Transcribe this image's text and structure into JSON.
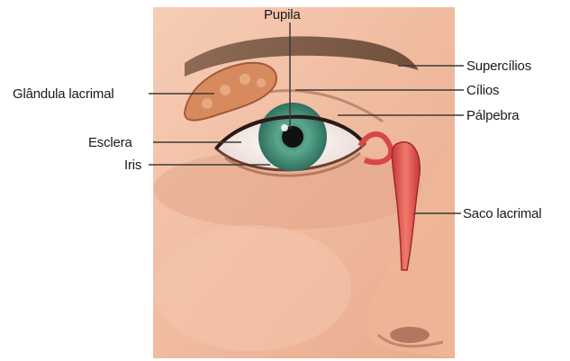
{
  "labels": {
    "pupila": "Pupila",
    "glandula_lacrimal": "Glândula lacrimal",
    "esclera": "Esclera",
    "iris": "Iris",
    "supercilios": "Supercílios",
    "cilios": "Cílios",
    "palpebra": "Pálpebra",
    "saco_lacrimal": "Saco lacrimal"
  },
  "colors": {
    "skin": "#f2c0a6",
    "iris": "#4f9a83",
    "gland": "#d88a5f",
    "duct": "#d9464a",
    "line": "#3a3a3a"
  }
}
